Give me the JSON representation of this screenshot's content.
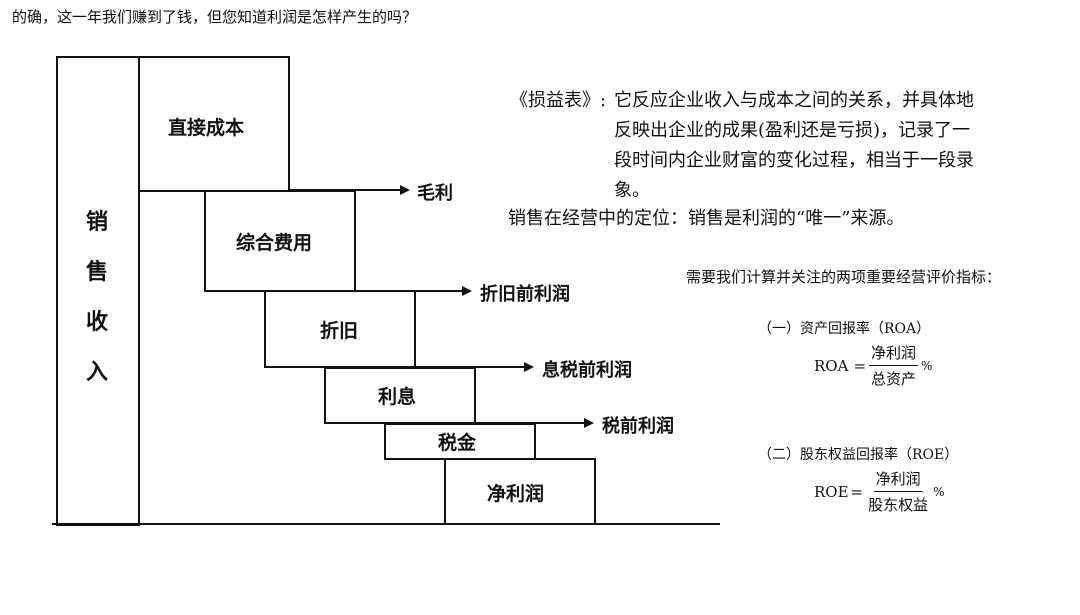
{
  "header": {
    "question": "的确，这一年我们赚到了钱，但您知道利润是怎样产生的吗？"
  },
  "diagram": {
    "sales_revenue_chars": [
      "销",
      "售",
      "收",
      "入"
    ],
    "boxes": {
      "direct_cost": "直接成本",
      "overhead": "综合费用",
      "depreciation": "折旧",
      "interest": "利息",
      "tax": "税金",
      "net_profit": "净利润"
    },
    "arrows": {
      "gross_profit": "毛利",
      "pre_depreciation_profit": "折旧前利润",
      "pre_interest_tax_profit": "息税前利润",
      "pre_tax_profit": "税前利润"
    }
  },
  "notes": {
    "income_statement_label": "《损益表》:",
    "income_statement_lines": [
      "它反应企业收入与成本之间的关系，并具体地",
      "反映出企业的成果(盈利还是亏损)，记录了一",
      "段时间内企业财富的变化过程，相当于一段录",
      "象。"
    ],
    "sales_positioning": "销售在经营中的定位：销售是利润的“唯一”来源。",
    "metrics_intro": "需要我们计算并关注的两项重要经营评价指标：",
    "roa": {
      "heading": "（一）资产回报率（ROA）",
      "lhs": "ROA",
      "eq": "=",
      "numerator": "净利润",
      "denominator": "总资产",
      "unit": "%"
    },
    "roe": {
      "heading": "（二）股东权益回报率（ROE）",
      "lhs": "ROE",
      "eq": "=",
      "numerator": "净利润",
      "denominator": "股东权益",
      "unit": "%"
    }
  }
}
